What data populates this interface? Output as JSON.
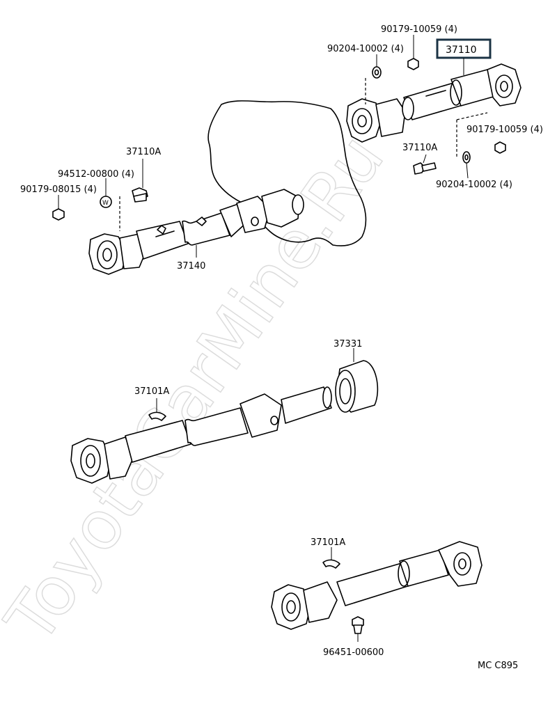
{
  "watermark": "ToyotaCarMine.Ru",
  "diagram_code": "MC C895",
  "highlight_color": "#1b3344",
  "labels": {
    "top_nut_top": "90179-10059 (4)",
    "top_washer_left": "90204-10002 (4)",
    "highlighted_part": "37110",
    "top_nut_right": "90179-10059 (4)",
    "top_bolt": "37110A",
    "top_washer_right": "90204-10002 (4)",
    "left_bolt": "37110A",
    "left_washer": "94512-00800 (4)",
    "left_nut": "90179-08015 (4)",
    "middle_shaft": "37140",
    "center_bearing": "37331",
    "weight_mid": "37101A",
    "weight_bottom": "37101A",
    "bottom_fitting": "96451-00600"
  }
}
